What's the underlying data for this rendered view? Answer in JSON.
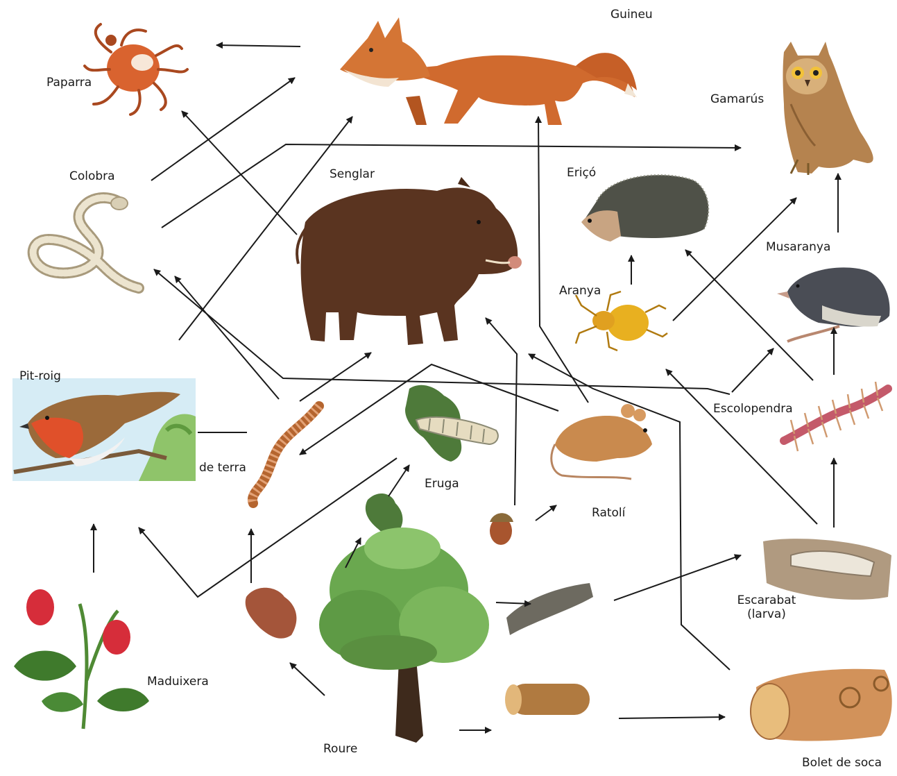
{
  "labels": {
    "guineu": "Guineu",
    "paparra": "Paparra",
    "gamarus": "Gamarús",
    "colobra": "Colobra",
    "senglar": "Senglar",
    "erico": "Eriçó",
    "musaranya": "Musaranya",
    "aranya": "Aranya",
    "pitroig": "Pit-roig",
    "escolopendra": "Escolopendra",
    "cuc_de_terra": "de terra",
    "eruga": "Eruga",
    "ratoli": "Ratolí",
    "escarabat": "Escarabat",
    "escarabat_sub": "(larva)",
    "maduixera": "Maduixera",
    "roure": "Roure",
    "bolet_de_soca": "Bolet de soca"
  },
  "colors": {
    "arrow": "#1a1a1a",
    "fox": "#d06a2e",
    "boar": "#5a3420",
    "owl": "#b08050",
    "tree": "#6aa84f",
    "leaf_dark": "#4e7a3a",
    "strawberry": "#d62d3a",
    "robin_breast": "#e0502a",
    "worm": "#b5652f",
    "spider": "#e8b020"
  }
}
